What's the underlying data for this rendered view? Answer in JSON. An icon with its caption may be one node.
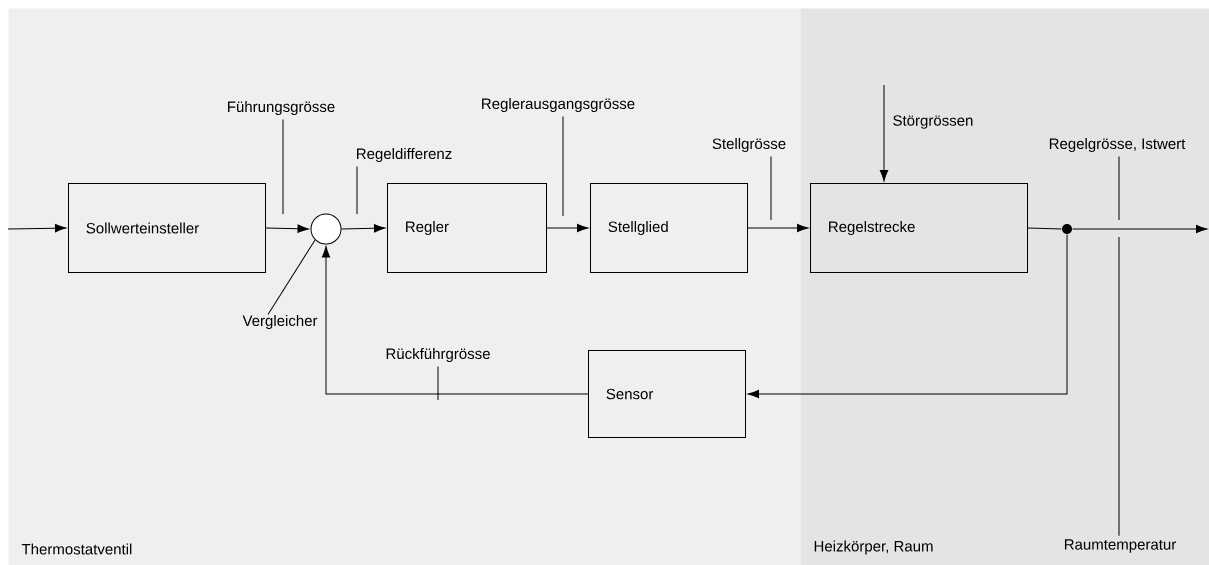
{
  "diagram": {
    "nodes": [
      {
        "text": [
          "Thermostatventil"
        ]
      },
      {
        "text": [
          "Heizkörper, Raum"
        ]
      },
      {
        "text": [
          "Sollwerteinsteller"
        ],
        "in": 0
      },
      {
        "text": [],
        "shape": "circle",
        "in": 0
      },
      {
        "text": [
          "Regler"
        ],
        "in": 0
      },
      {
        "text": [
          "Stellglied"
        ],
        "in": 0
      },
      {
        "text": [
          "Regelstrecke"
        ],
        "in": 1
      },
      {
        "text": [],
        "shape": "dot",
        "in": 1
      },
      {
        "text": [
          "Sensor"
        ],
        "in": 0
      },
      {
        "text": [
          "Führungsgrösse"
        ],
        "in": 0
      },
      {
        "text": [
          "Vergleicher"
        ],
        "in": 0
      },
      {
        "text": [
          "Regeldifferenz"
        ],
        "in": 0
      },
      {
        "text": [
          "Reglerausgangsgrösse"
        ],
        "in": 0
      },
      {
        "text": [
          "Stellgrösse"
        ],
        "in": 0
      },
      {
        "text": [
          "Störgrössen"
        ],
        "in": 1
      },
      {
        "text": [
          "Regelgrösse, Istwert"
        ],
        "in": 1
      },
      {
        "text": [
          "Rückführgrösse"
        ],
        "in": 0
      },
      {
        "text": [
          "Raumtemperatur"
        ],
        "in": 1
      }
    ],
    "edges": [
      {
        "from": null,
        "to": 2,
        "arrow": "to"
      },
      {
        "from": 2,
        "to": 3,
        "arrow": "to"
      },
      {
        "from": 3,
        "to": 4,
        "arrow": "to"
      },
      {
        "from": 4,
        "to": 5,
        "arrow": "to"
      },
      {
        "from": 5,
        "to": 6,
        "arrow": "to"
      },
      {
        "from": 6,
        "to": 7,
        "arrow": "none"
      },
      {
        "from": 7,
        "to": null,
        "arrow": "to"
      },
      {
        "from": 7,
        "to": 8,
        "arrow": "to"
      },
      {
        "from": 8,
        "to": 3,
        "arrow": "to"
      },
      {
        "from": 14,
        "to": 6,
        "arrow": "to"
      },
      {
        "from": 9,
        "to": null,
        "arrow": "none"
      },
      {
        "from": 10,
        "to": 3,
        "arrow": "none"
      },
      {
        "from": 11,
        "to": null,
        "arrow": "none"
      },
      {
        "from": 12,
        "to": null,
        "arrow": "none"
      },
      {
        "from": 13,
        "to": null,
        "arrow": "none"
      },
      {
        "from": 15,
        "to": null,
        "arrow": "none"
      },
      {
        "from": 16,
        "to": null,
        "arrow": "none"
      },
      {
        "from": 17,
        "to": null,
        "arrow": "none"
      }
    ]
  }
}
